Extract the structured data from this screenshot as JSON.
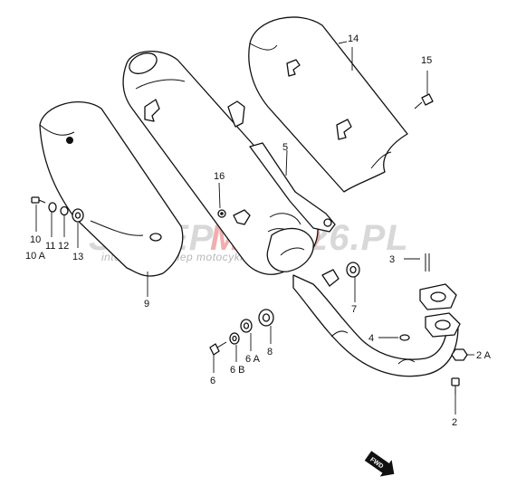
{
  "callouts": {
    "p2": "2",
    "p2a": "2 A",
    "p3": "3",
    "p4": "4",
    "p5": "5",
    "p6": "6",
    "p6a": "6 A",
    "p6b": "6 B",
    "p7": "7",
    "p8": "8",
    "p9": "9",
    "p10": "10",
    "p10a": "10 A",
    "p11": "11",
    "p12": "12",
    "p13": "13",
    "p14": "14",
    "p15": "15",
    "p16": "16"
  },
  "watermark": {
    "brand_part1": "SKLEP",
    "brand_part2": "MOTO",
    "brand_part3": "26.PL",
    "tagline": "internetowy sklep motocyklowy"
  },
  "fwd_label": "FWD",
  "colors": {
    "line": "#111111",
    "watermark_gray": "#b9b9b9",
    "watermark_red": "#e05050"
  }
}
